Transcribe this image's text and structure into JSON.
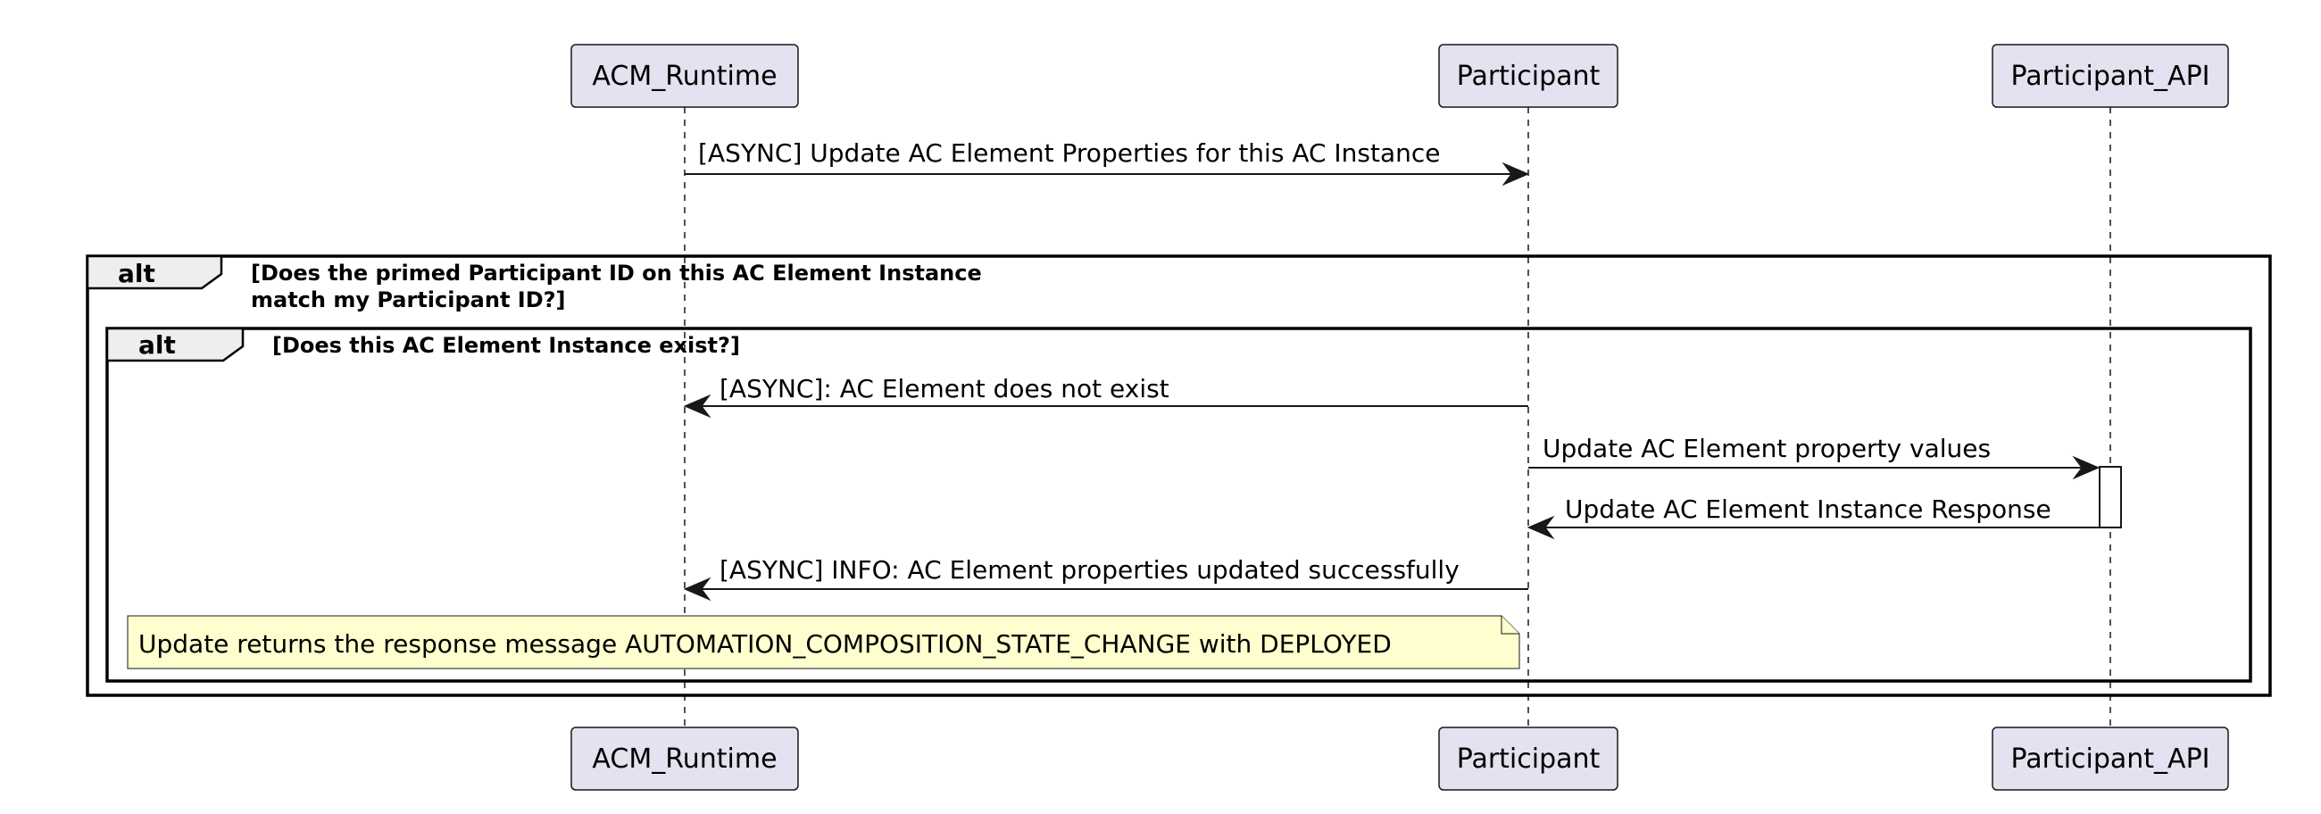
{
  "participants": [
    {
      "id": "acm",
      "label": "ACM_Runtime"
    },
    {
      "id": "participant",
      "label": "Participant"
    },
    {
      "id": "api",
      "label": "Participant_API"
    }
  ],
  "messages": [
    {
      "from": "acm",
      "to": "participant",
      "label": "[ASYNC] Update AC Element Properties for this AC Instance"
    },
    {
      "from": "participant",
      "to": "acm",
      "label": "[ASYNC]: AC Element does not exist"
    },
    {
      "from": "participant",
      "to": "api",
      "label": "Update AC Element property values"
    },
    {
      "from": "api",
      "to": "participant",
      "label": "Update AC Element Instance Response"
    },
    {
      "from": "participant",
      "to": "acm",
      "label": "[ASYNC] INFO: AC Element properties updated successfully"
    }
  ],
  "frames": [
    {
      "keyword": "alt",
      "guard_lines": [
        "[Does the primed Participant ID on this AC Element Instance",
        "match my Participant ID?]"
      ]
    },
    {
      "keyword": "alt",
      "guard_lines": [
        "[Does this AC Element Instance exist?]"
      ]
    }
  ],
  "note": {
    "text": "Update returns the response message AUTOMATION_COMPOSITION_STATE_CHANGE with DEPLOYED"
  },
  "colors": {
    "participant_fill": "#e2e2f0",
    "note_fill": "#fefece",
    "frame_tab_fill": "#eeeeee",
    "line": "#181818"
  }
}
